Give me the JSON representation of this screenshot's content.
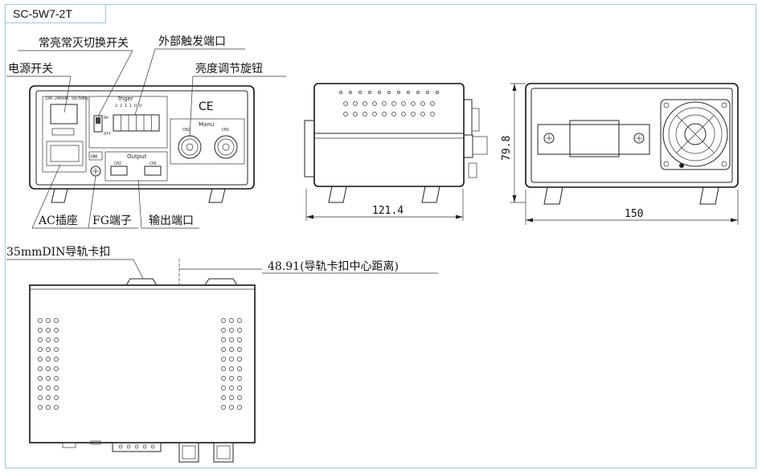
{
  "title": "SC-5W7-2T",
  "callouts": {
    "mode_switch": "常亮常灭切换开关",
    "ext_trigger": "外部触发端口",
    "brightness_knob": "亮度调节旋钮",
    "power_switch": "电源开关",
    "ac_socket": "AC插座",
    "fg_terminal": "FG端子",
    "output_port": "输出端口",
    "din_clip": "35mmDIN导轨卡扣",
    "din_distance": "48.91(导轨卡扣中心距离)"
  },
  "panel": {
    "voltage": "100-240VAC 50/60HZ",
    "triger": "Triger",
    "trig_pins": "2 2 1 1 U U",
    "on": "On",
    "off": "Off",
    "manu": "Manu",
    "ch2": "CH2",
    "ch1": "CH1",
    "gnd": "GND",
    "output": "Output",
    "ce": "CE"
  },
  "dimensions": {
    "depth": "121.4",
    "height": "79.8",
    "width": "150"
  },
  "colors": {
    "frame": "#9cc9d8",
    "line": "#222222"
  }
}
